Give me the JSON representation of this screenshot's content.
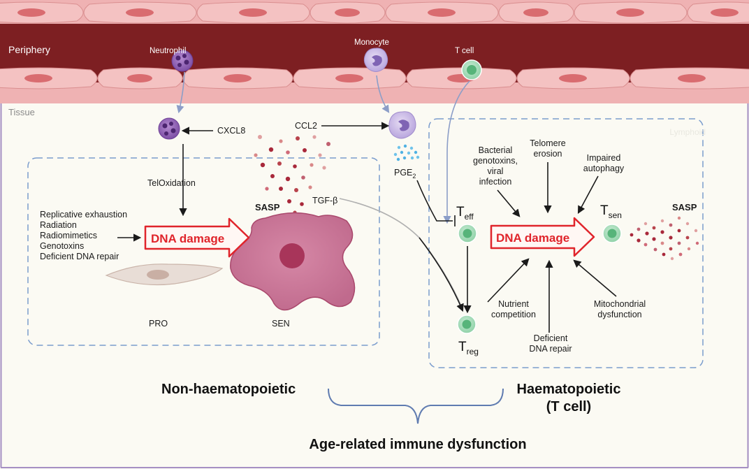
{
  "regions": {
    "periphery": "Periphery",
    "tissue": "Tissue",
    "hidden_label": "Lymphoid"
  },
  "cells": {
    "neutrophil": "Neutrophil",
    "monocyte": "Monocyte",
    "t_cell": "T cell"
  },
  "signals": {
    "cxcl8": "CXCL8",
    "ccl2": "CCL2",
    "teloxidation": "TelOxidation",
    "sasp_left": "SASP",
    "tgf_beta": "TGF-β",
    "pge2_main": "PGE",
    "pge2_sub": "2",
    "sasp_right": "SASP"
  },
  "left_causes": [
    "Replicative exhaustion",
    "Radiation",
    "Radiomimetics",
    "Genotoxins",
    "Deficient DNA repair"
  ],
  "dna_damage_left": "DNA damage",
  "dna_damage_right": "DNA damage",
  "cell_states": {
    "pro": "PRO",
    "sen": "SEN"
  },
  "t_subsets": {
    "teff_main": "T",
    "teff_sub": "eff",
    "treg_main": "T",
    "treg_sub": "reg",
    "tsen_main": "T",
    "tsen_sub": "sen"
  },
  "right_causes": {
    "bacterial": [
      "Bacterial",
      "genotoxins,",
      "viral",
      "infection"
    ],
    "telomere": [
      "Telomere",
      "erosion"
    ],
    "autophagy": [
      "Impaired",
      "autophagy"
    ],
    "nutrient": [
      "Nutrient",
      "competition"
    ],
    "repair": [
      "Deficient",
      "DNA repair"
    ],
    "mito": [
      "Mitochondrial",
      "dysfunction"
    ]
  },
  "headings": {
    "non_haem": "Non-haematopoietic",
    "haem_line1": "Haematopoietic",
    "haem_line2": "(T cell)",
    "bottom": "Age-related immune dysfunction"
  }
}
